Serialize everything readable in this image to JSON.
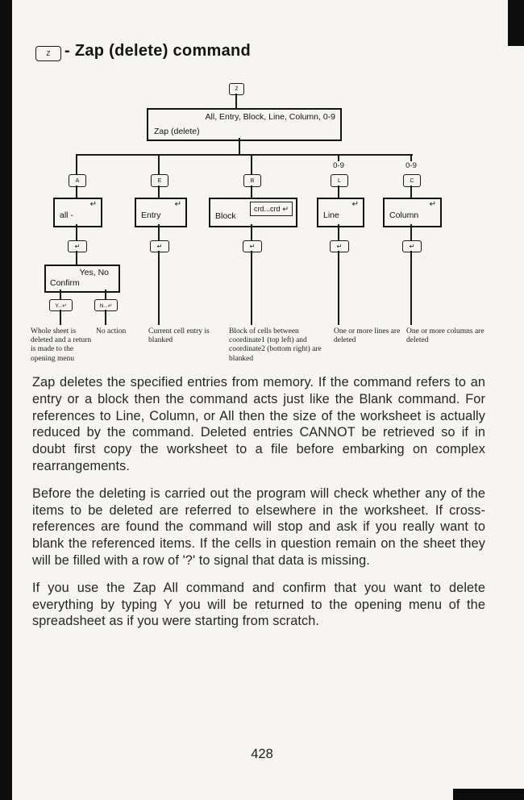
{
  "header": {
    "key_label": "Z",
    "title": "- Zap (delete) command"
  },
  "diagram": {
    "root_key": "Z",
    "root_line1": "All, Entry, Block, Line, Column, 0-9",
    "root_line2": "Zap (delete)",
    "return_glyph": "↵",
    "branches": [
      {
        "key": "A",
        "label": "all -"
      },
      {
        "key": "E",
        "label": "Entry"
      },
      {
        "key": "B",
        "label": "Block",
        "inner": "crd...crd"
      },
      {
        "key": "L",
        "label": "Line",
        "range": "0-9"
      },
      {
        "key": "C",
        "label": "Column",
        "range": "0-9"
      }
    ],
    "confirm_line1": "Yes, No",
    "confirm_line2": "Confirm",
    "yes_key_label": "Y...↵",
    "no_key_label": "N...↵",
    "captions": [
      "Whole sheet is deleted and a return is made to the opening menu",
      "No action",
      "Current cell entry is blanked",
      "Block of cells between coordinate1 (top left) and coordinate2 (bottom right) are blanked",
      "One or more lines are deleted",
      "One or more columns are deleted"
    ]
  },
  "body": {
    "paragraphs": [
      "Zap deletes the specified entries from memory. If the command refers to an entry or a block then the command acts just like the Blank command.  For references to Line, Column, or All then the size of the worksheet is actually reduced by the command. Deleted entries CANNOT be retrieved so if in doubt first copy the worksheet to a file before embarking on complex rearrangements.",
      "Before the deleting is carried out the program will check whether any of the items to be deleted are referred to elsewhere in the worksheet.  If cross-references are found the command will stop and ask if you really want to blank the referenced items. If the cells in question remain on the sheet they will be filled with a row of '?' to signal that data is missing.",
      "If you use the Zap All command and confirm that you want to delete everything by typing Y you will be returned to the opening menu of the spreadsheet as if you were starting from scratch."
    ]
  },
  "footer": {
    "page_number": "428"
  }
}
